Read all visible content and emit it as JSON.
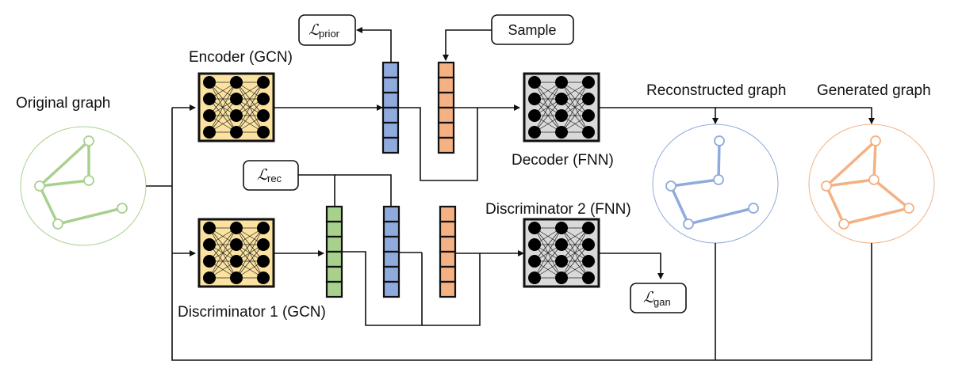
{
  "labels": {
    "original_graph": "Original graph",
    "encoder": "Encoder (GCN)",
    "decoder": "Decoder (FNN)",
    "discriminator1": "Discriminator 1 (GCN)",
    "discriminator2": "Discriminator 2 (FNN)",
    "reconstructed_graph": "Reconstructed graph",
    "generated_graph": "Generated graph"
  },
  "boxes": {
    "sample": "Sample",
    "loss_prior": {
      "symbol": "ℒ",
      "subscript": "prior"
    },
    "loss_rec": {
      "symbol": "ℒ",
      "subscript": "rec"
    },
    "loss_gan": {
      "symbol": "ℒ",
      "subscript": "gan"
    }
  },
  "colors": {
    "gcn_fill": "#fbe2a0",
    "fnn_fill": "#d9d9d9",
    "blue": "#8faadc",
    "orange": "#f4b183",
    "green": "#a9d18e",
    "graph_green": "#a9d18e",
    "graph_blue": "#8faadc",
    "graph_orange": "#f4b183"
  }
}
